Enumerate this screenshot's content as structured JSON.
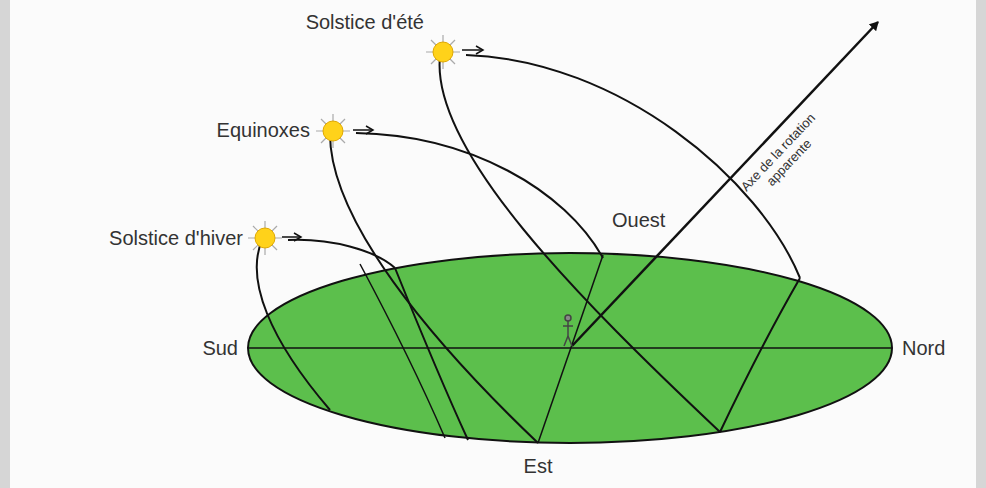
{
  "diagram": {
    "labels": [
      "Solstice d'été",
      "Equinoxes",
      "Solstice d'hiver",
      "Sud",
      "Nord",
      "Est",
      "Ouest",
      "Axe de la rotation apparente"
    ]
  }
}
